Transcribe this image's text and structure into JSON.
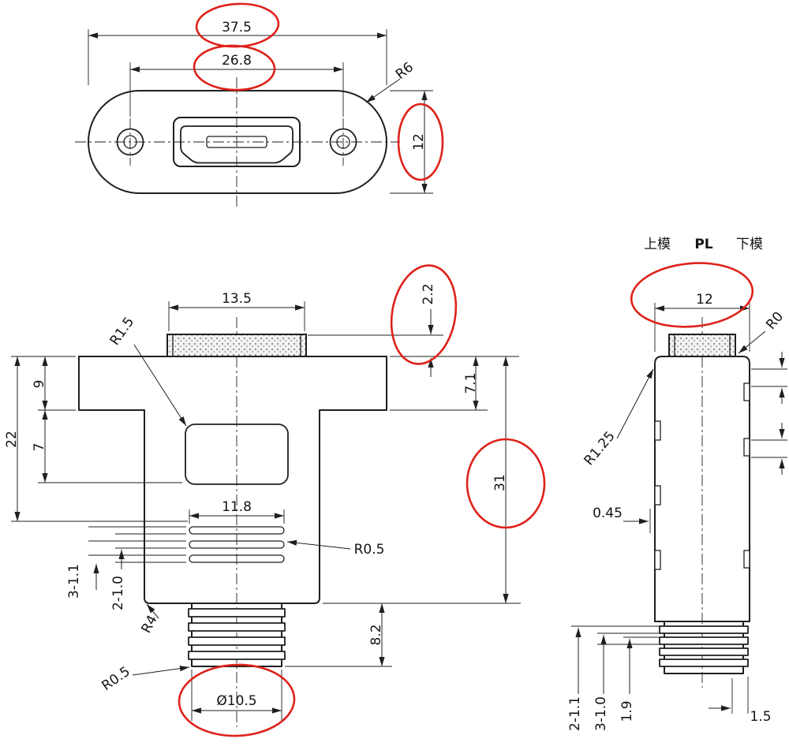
{
  "colors": {
    "line": "#1f1f1f",
    "highlight": "#dd221a",
    "background": "#ffffff"
  },
  "red_circled_dims": [
    "37.5",
    "26.8",
    "12",
    "2.2",
    "31",
    "Ø10.5",
    "12"
  ],
  "top_view": {
    "dims": {
      "overall_width": "37.5",
      "hole_spacing": "26.8",
      "corner_radius": "R6",
      "plate_height": "12"
    }
  },
  "front_view": {
    "dims": {
      "shell_width": "13.5",
      "cavity_radius": "R1.5",
      "shell_protrusion": "2.2",
      "flange_depth": "7.1",
      "flange_thickness": "9",
      "cavity_height": "7",
      "upper_height": "22",
      "body_height": "31",
      "vent_width": "11.8",
      "vent_radius": "R0.5",
      "vent_slot_spec": "3-1.1",
      "vent_rib_spec": "2-1.0",
      "step_radius": "R4",
      "tail_radius": "R0.5",
      "tail_height": "8.2",
      "tail_diameter": "Ø10.5"
    }
  },
  "side_view": {
    "labels": {
      "upper_mold": "上模",
      "parting_line": "PL",
      "lower_mold": "下模"
    },
    "dims": {
      "width": "12",
      "edge_radius": "R0",
      "corner_radius": "R1.25",
      "latch_depth": "0.45",
      "rib_spec_a": "2-1.1",
      "rib_spec_b": "3-1.0",
      "rib_pitch": "1.9",
      "edge_offset": "1.5"
    }
  }
}
